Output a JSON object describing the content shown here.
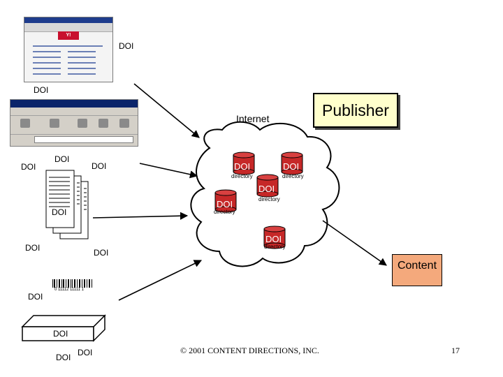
{
  "labels": {
    "doi": "DOI",
    "directory": "directory",
    "internet": "Internet",
    "publisher": "Publisher",
    "content": "Content"
  },
  "barcode": {
    "digits": "0 11112 11111 1"
  },
  "footer": {
    "copyright": "© 2001 CONTENT DIRECTIONS, INC.",
    "page_number": "17"
  },
  "colors": {
    "cylinder": "#c62828",
    "publisher_fill": "#ffffcc",
    "content_fill": "#f4a97c"
  }
}
